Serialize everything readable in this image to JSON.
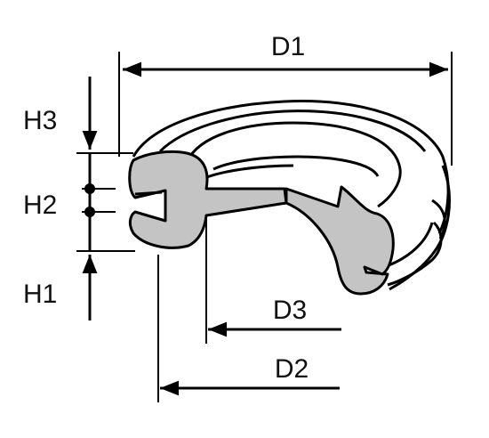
{
  "diagram": {
    "labels": {
      "d1": "D1",
      "d2": "D2",
      "d3": "D3",
      "h1": "H1",
      "h2": "H2",
      "h3": "H3"
    },
    "colors": {
      "section_fill": "#c4c4c4",
      "line": "#000000",
      "background": "#ffffff"
    }
  }
}
